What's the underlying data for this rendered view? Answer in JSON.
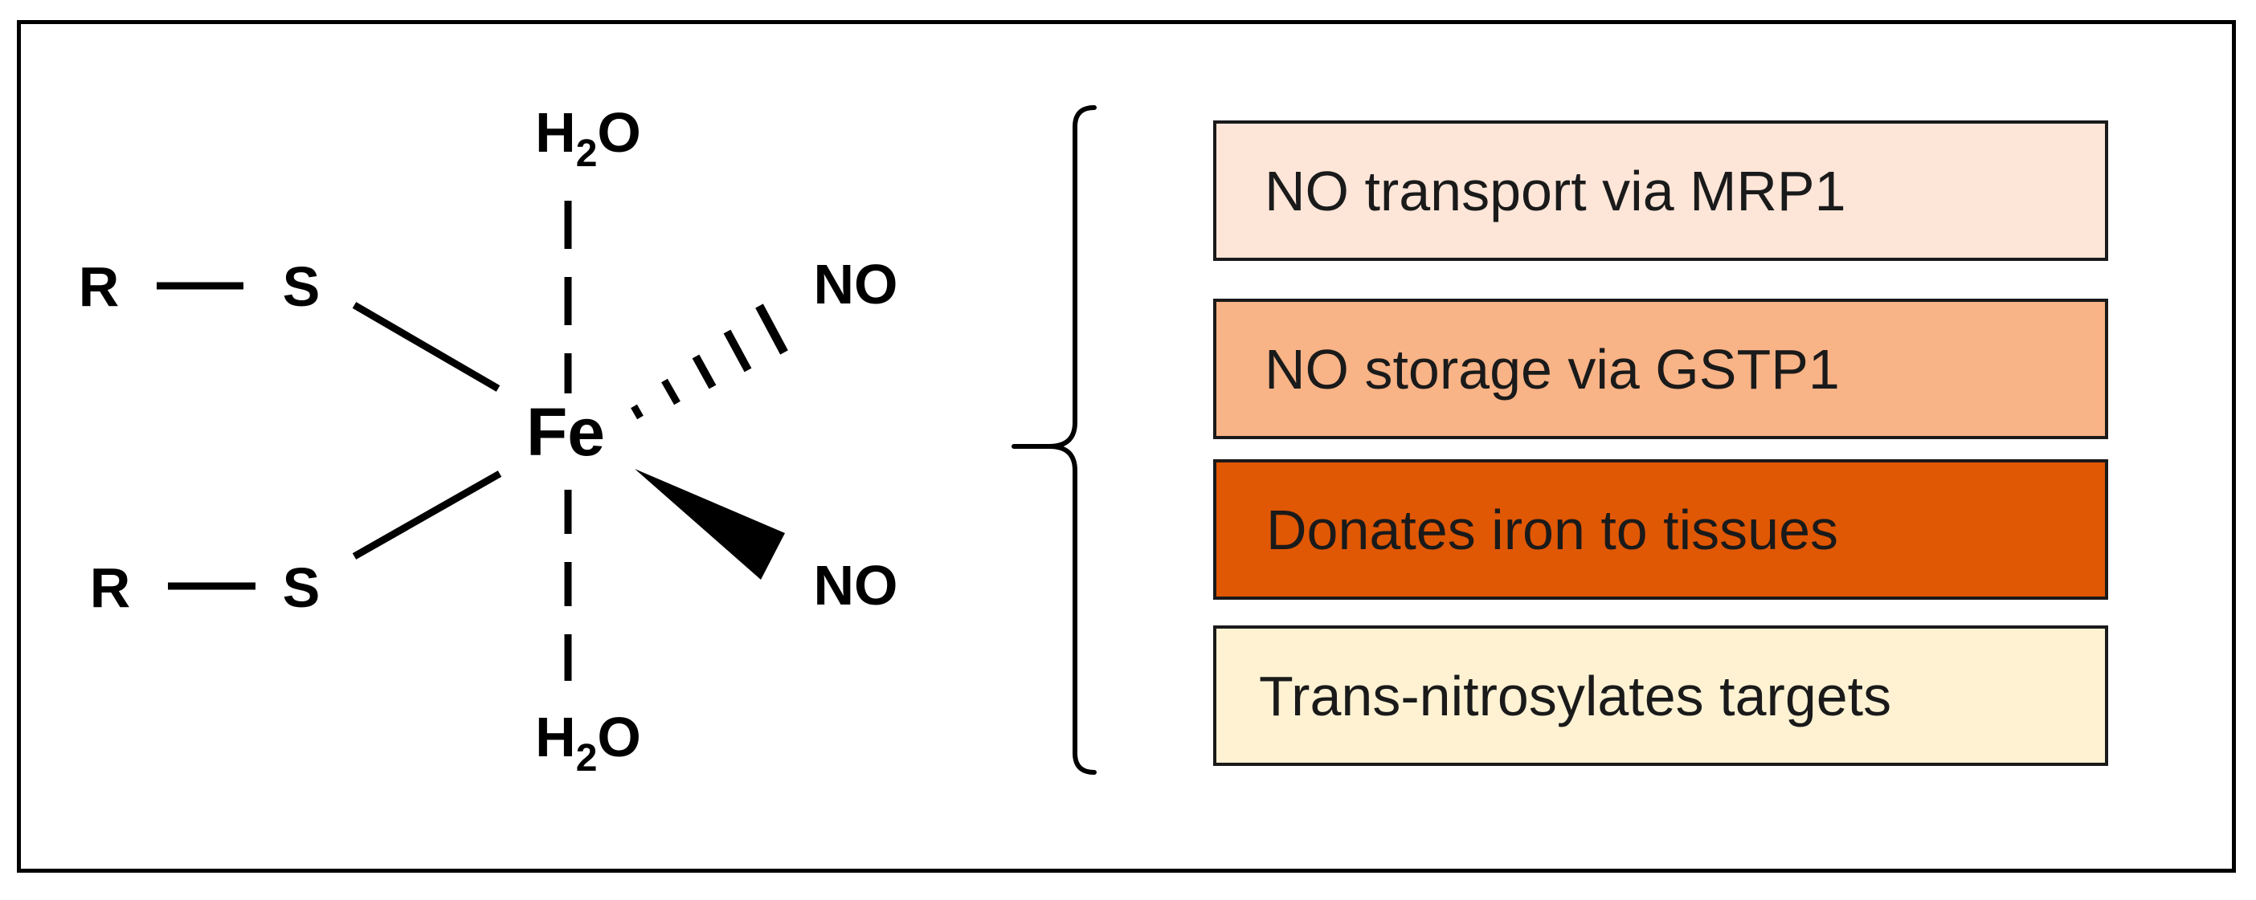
{
  "molecule": {
    "center_atom": "Fe",
    "ligand_water": {
      "main": "H",
      "sub": "2",
      "tail": "O"
    },
    "ligand_no": "NO",
    "thiolate_r": "R",
    "thiolate_s": "S"
  },
  "functions": [
    {
      "label": "NO transport via MRP1",
      "color": "#fde5d8"
    },
    {
      "label": "NO storage via GSTP1",
      "color": "#f8b386"
    },
    {
      "label": "Donates iron to tissues",
      "color": "#e05704"
    },
    {
      "label": "Trans-nitrosylates targets",
      "color": "#fef2d3"
    }
  ]
}
